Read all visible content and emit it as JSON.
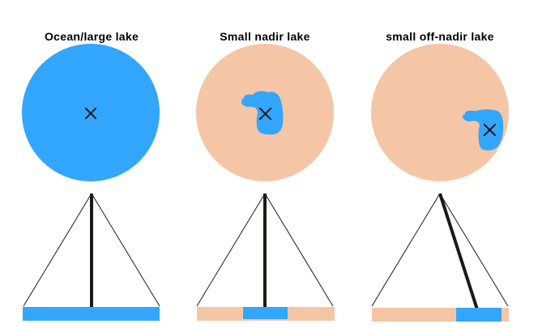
{
  "panels": [
    {
      "title": "Ocean/large lake"
    },
    {
      "title": "Small nadir lake"
    },
    {
      "title": "small off-nadir lake"
    }
  ],
  "colors": {
    "water": "#33a6ff",
    "land": "#f4c6a6",
    "line": "#1c1a14",
    "marker": "#1a1a1a"
  },
  "icons": {
    "nadir_marker": "cross-x-icon"
  }
}
